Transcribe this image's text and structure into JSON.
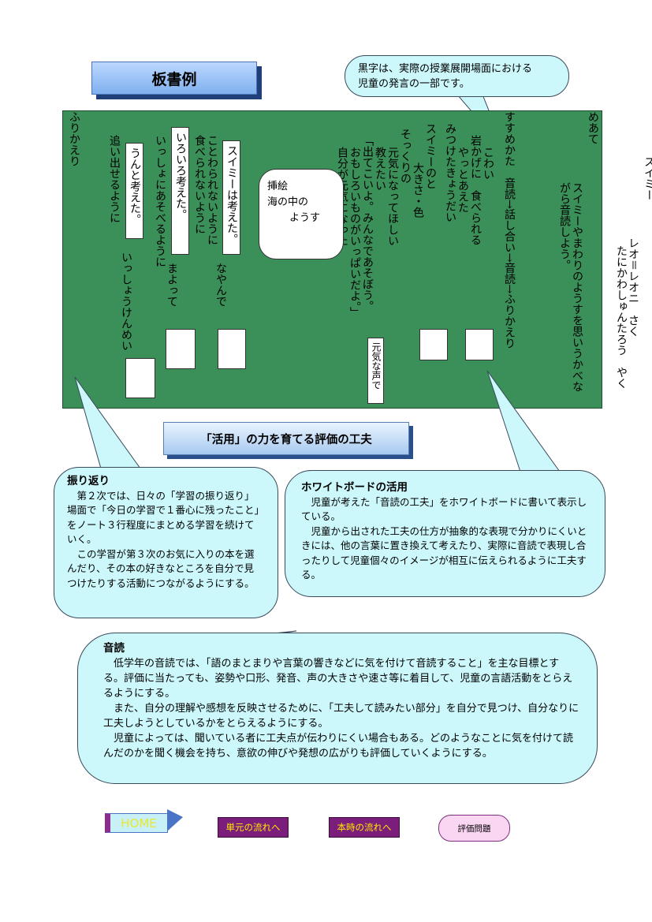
{
  "title": "板書例",
  "note": {
    "line1": "黒字は、実際の授業展開場面における",
    "line2": "児童の発言の一部です。"
  },
  "board": {
    "columns": [
      "スイミー",
      "レオ＝レオニ　さく",
      "たにかわしゅんたろう　やく",
      "めあて",
      "スイミーやまわりのようすを思いうかべな",
      "がら音読しよう。",
      "すすめかた　音読→話し合い→音読→ふりかえり",
      "岩かげに　食べられる",
      "こわい",
      "やっとあえた",
      "みつけたきょうだい",
      "スイミーのと",
      "大きさ・色",
      "そっくりの",
      "元気になってほしい",
      "教えたい",
      "「出てこいよ。みんなであそぼう。",
      "おもしろいものがいっぱいだよ。」",
      "自分が元気になった",
      "なやんで",
      "まよって",
      "いっしょうけんめい",
      "ふりかえり"
    ],
    "cards": [
      "スイミーは考えた。",
      "ことわられないように",
      "食べられないように",
      "いろいろ考えた。",
      "いっしょにあそべるように",
      "うんと考えた。",
      "追い出せるように"
    ],
    "small_card": "元気な声で",
    "illustration": {
      "line1": "挿絵",
      "line2": "海の中の",
      "line3": "ようす"
    }
  },
  "eval_title": "「活用」の力を育てる評価の工夫",
  "furikaeri": {
    "heading": "振り返り",
    "p1": "第２次では、日々の「学習の振り返り」場面で「今日の学習で１番心に残ったこと」をノート３行程度にまとめる学習を続けていく。",
    "p2": "この学習が第３次のお気に入りの本を選んだり、その本の好きなところを自分で見つけたりする活動につながるようにする。"
  },
  "whiteboard": {
    "heading": "ホワイトボードの活用",
    "p1": "児童が考えた「音読の工夫」をホワイトボードに書いて表示している。",
    "p2": "児童から出された工夫の仕方が抽象的な表現で分かりにくいときには、他の言葉に置き換えて考えたり、実際に音読で表現し合ったりして児童個々のイメージが相互に伝えられるように工夫する。"
  },
  "ondoku": {
    "heading": "音読",
    "p1": "低学年の音読では、「語のまとまりや言葉の響きなどに気を付けて音読すること」を主な目標とする。評価に当たっても、姿勢や口形、発音、声の大きさや速さ等に着目して、児童の言語活動をとらえるようにする。",
    "p2": "また、自分の理解や感想を反映させるために、「工夫して読みたい部分」を自分で見つけ、自分なりに工夫しようとしているかをとらえるようにする。",
    "p3": "児童によっては、聞いている者に工夫点が伝わりにくい場合もある。どのようなことに気を付けて読んだのかを聞く機会を持ち、意欲の伸びや発想の広がりも評価していくようにする。"
  },
  "nav": {
    "home": "HOME",
    "unit_flow": "単元の流れへ",
    "lesson_flow": "本時の流れへ",
    "eval_problem": "評価問題"
  },
  "colors": {
    "board": "#3b8f58",
    "bubble": "#ccf8fc",
    "nav_button": "#7b1e7b",
    "nav_text": "#ffe800",
    "eval_button": "#fbd6f3"
  }
}
